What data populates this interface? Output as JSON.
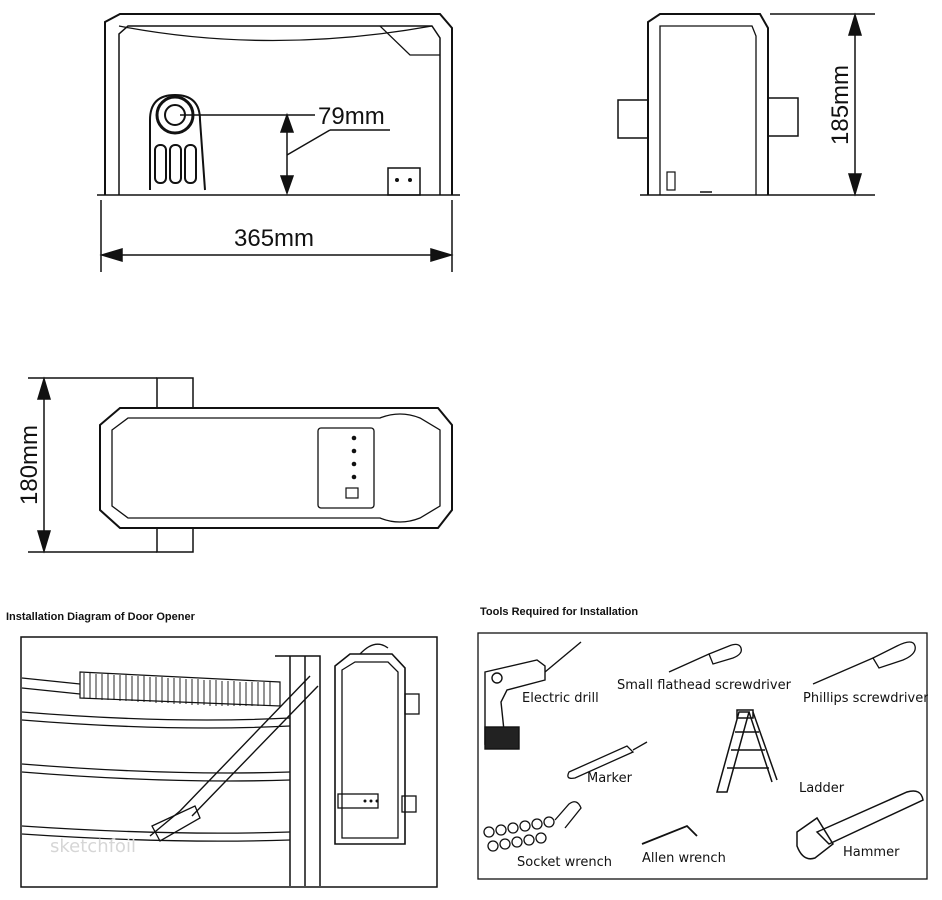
{
  "dimensions": {
    "width_label": "365mm",
    "shaft_height_label": "79mm",
    "height_label": "185mm",
    "depth_label": "180mm"
  },
  "installation_diagram": {
    "title": "Installation Diagram of Door Opener"
  },
  "tools": {
    "title": "Tools Required for Installation",
    "items": [
      {
        "label": "Electric drill",
        "icon": "electric-drill-icon"
      },
      {
        "label": "Small flathead screwdriver",
        "icon": "flathead-screwdriver-icon"
      },
      {
        "label": "Phillips screwdriver",
        "icon": "phillips-screwdriver-icon"
      },
      {
        "label": "Marker",
        "icon": "marker-icon"
      },
      {
        "label": "Ladder",
        "icon": "ladder-icon"
      },
      {
        "label": "Socket wrench",
        "icon": "socket-wrench-icon"
      },
      {
        "label": "Allen wrench",
        "icon": "allen-wrench-icon"
      },
      {
        "label": "Hammer",
        "icon": "hammer-icon"
      }
    ]
  },
  "watermark": "sketchfoil"
}
